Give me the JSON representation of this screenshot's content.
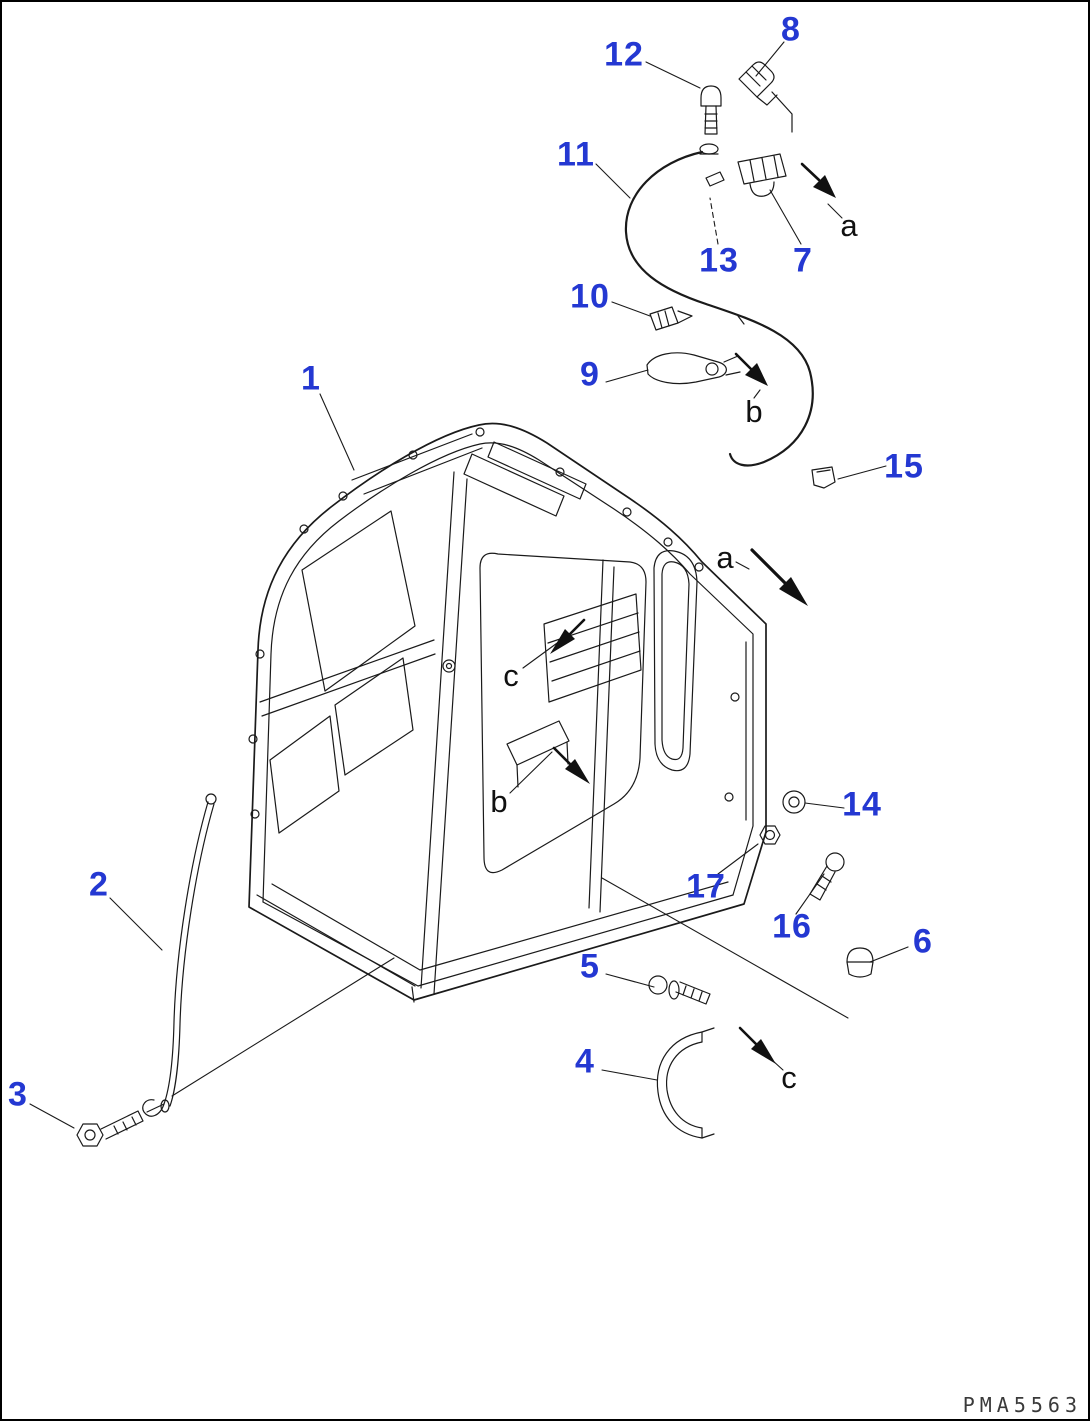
{
  "page": {
    "drawing_code": "PMA5563"
  },
  "callouts": {
    "n1": "1",
    "n2": "2",
    "n3": "3",
    "n4": "4",
    "n5": "5",
    "n6": "6",
    "n7": "7",
    "n8": "8",
    "n9": "9",
    "n10": "10",
    "n11": "11",
    "n12": "12",
    "n13": "13",
    "n14": "14",
    "n15": "15",
    "n16": "16",
    "n17": "17"
  },
  "view_labels": {
    "a_top": "a",
    "a_mid": "a",
    "b_top": "b",
    "b_mid": "b",
    "c_mid": "c",
    "c_bottom": "c"
  }
}
